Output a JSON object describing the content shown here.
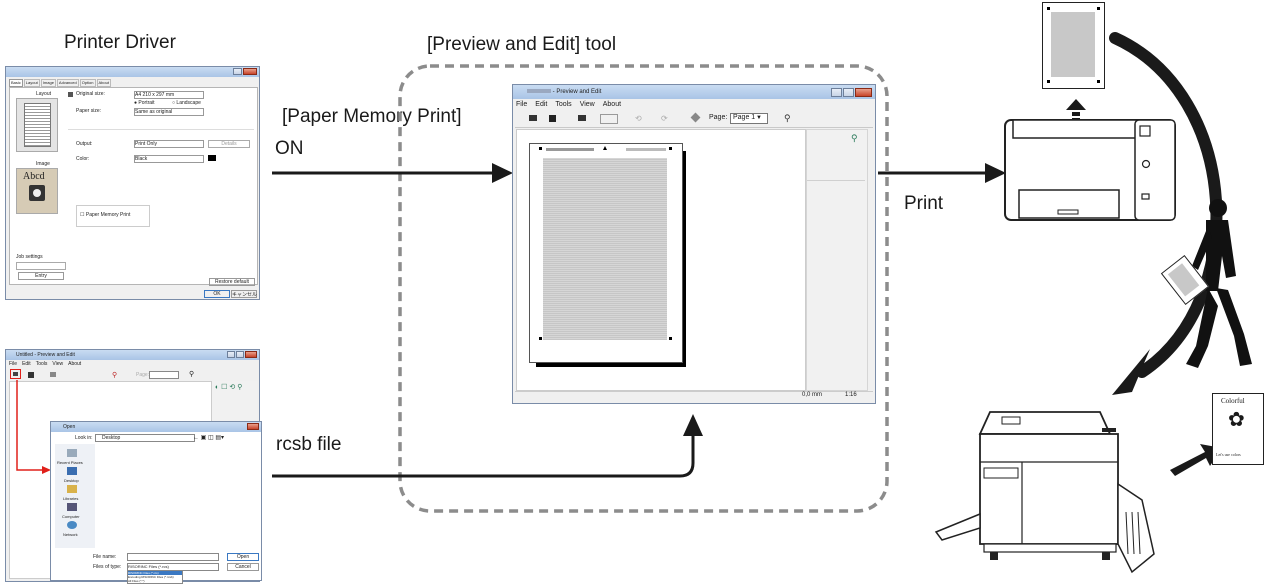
{
  "labels": {
    "printer_driver": "Printer Driver",
    "preview_tool": "[Preview and Edit] tool",
    "paper_memory_print": "[Paper Memory Print]",
    "on": "ON",
    "print": "Print",
    "rcsb_file": "rcsb file"
  },
  "driver": {
    "tabs": [
      "Basic",
      "Layout",
      "Image",
      "Advanced",
      "Option",
      "About"
    ],
    "layout_label": "Layout",
    "original_size_label": "Original size:",
    "original_size_value": "A4 210 x 297 mm",
    "portrait": "Portrait",
    "landscape": "Landscape",
    "paper_size_label": "Paper size:",
    "paper_size_value": "Same as original",
    "output_label": "Output:",
    "output_value": "Print Only",
    "details_button": "Details",
    "color_label": "Color:",
    "color_value": "Black",
    "image_label": "Image",
    "image_sample_text": "Abcd",
    "paper_memory_checkbox": "Paper Memory Print",
    "job_settings": "Job settings",
    "entry_button": "Entry",
    "restore_default": "Restore default",
    "ok": "OK",
    "cancel": "キャンセル"
  },
  "preview": {
    "title": "- Preview and Edit",
    "menu": [
      "File",
      "Edit",
      "Tools",
      "View",
      "About"
    ],
    "page_label": "Page:",
    "page_value": "Page 1",
    "status_left": "0,0 mm",
    "status_right": "1:16"
  },
  "open_app": {
    "title": "Untitled - Preview and Edit",
    "menu": [
      "File",
      "Edit",
      "Tools",
      "View",
      "About"
    ],
    "page_label": "Page:"
  },
  "open_dialog": {
    "title": "Open",
    "look_in_label": "Look in:",
    "look_in_value": "Desktop",
    "places": [
      "Recent Places",
      "Desktop",
      "Libraries",
      "Computer",
      "Network"
    ],
    "file_name_label": "File name:",
    "files_of_type_label": "Files of type:",
    "files_of_type_value": "RISORINC Files (*.rcs)",
    "dropdown_options": [
      "RISORINC Files (*.rcs)",
      "Encoding RISORINC Files (*.rcsb)",
      "All Files (*.*)"
    ],
    "open_button": "Open",
    "cancel_button": "Cancel"
  },
  "leaflet": {
    "title": "Colorful",
    "caption": "Let's use colors"
  }
}
